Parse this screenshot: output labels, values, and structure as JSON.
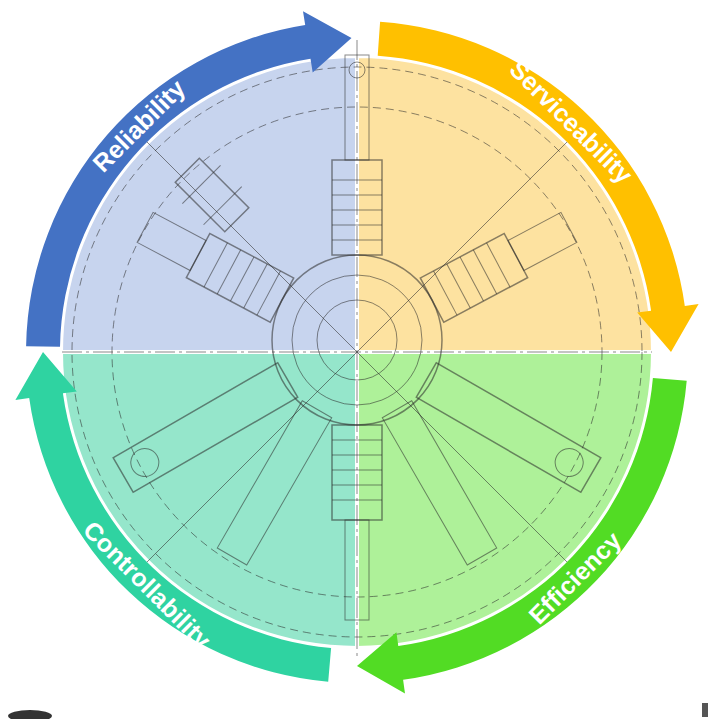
{
  "diagram": {
    "nodes": [
      {
        "text": [
          "Reliability"
        ]
      },
      {
        "text": [
          "Serviceability"
        ]
      },
      {
        "text": [
          "Controllability"
        ]
      },
      {
        "text": [
          "Efficiency"
        ]
      }
    ]
  }
}
